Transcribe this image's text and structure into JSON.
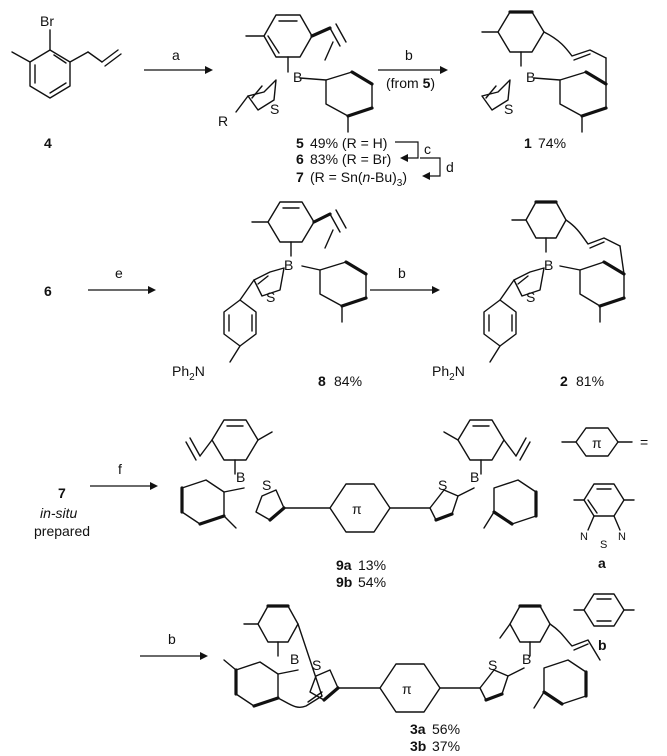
{
  "compounds": {
    "c4": "4",
    "c5": "5",
    "c5_text": "49% (R = H)",
    "c6": "6",
    "c6_text": "83% (R = Br)",
    "c7": "7",
    "c7_text_pre": "(R = Sn(",
    "c7_text_italic": "n",
    "c7_text_post": "-Bu)",
    "c7_sub": "3",
    "c7_close": ")",
    "c1": "1",
    "c1_yield": "74%",
    "c6_start": "6",
    "c8": "8",
    "c8_yield": "84%",
    "c2": "2",
    "c2_yield": "81%",
    "c7_start": "7",
    "insitu": "in-situ",
    "prepared": "prepared",
    "c9a": "9a",
    "c9a_yield": "13%",
    "c9b": "9b",
    "c9b_yield": "54%",
    "c3a": "3a",
    "c3a_yield": "56%",
    "c3b": "3b",
    "c3b_yield": "37%",
    "key_a": "a",
    "key_b": "b"
  },
  "conditions": {
    "a": "a",
    "b1": "b",
    "b1_from_pre": "(from ",
    "b1_from_num": "5",
    "b1_from_post": ")",
    "c": "c",
    "d": "d",
    "e": "e",
    "b2": "b",
    "f": "f",
    "b3": "b"
  },
  "atoms": {
    "Br": "Br",
    "B": "B",
    "S": "S",
    "R": "R",
    "N": "N",
    "Ph2N_pre": "Ph",
    "Ph2N_sub": "2",
    "Ph2N_post": "N",
    "pi": "π",
    "equals": "="
  }
}
